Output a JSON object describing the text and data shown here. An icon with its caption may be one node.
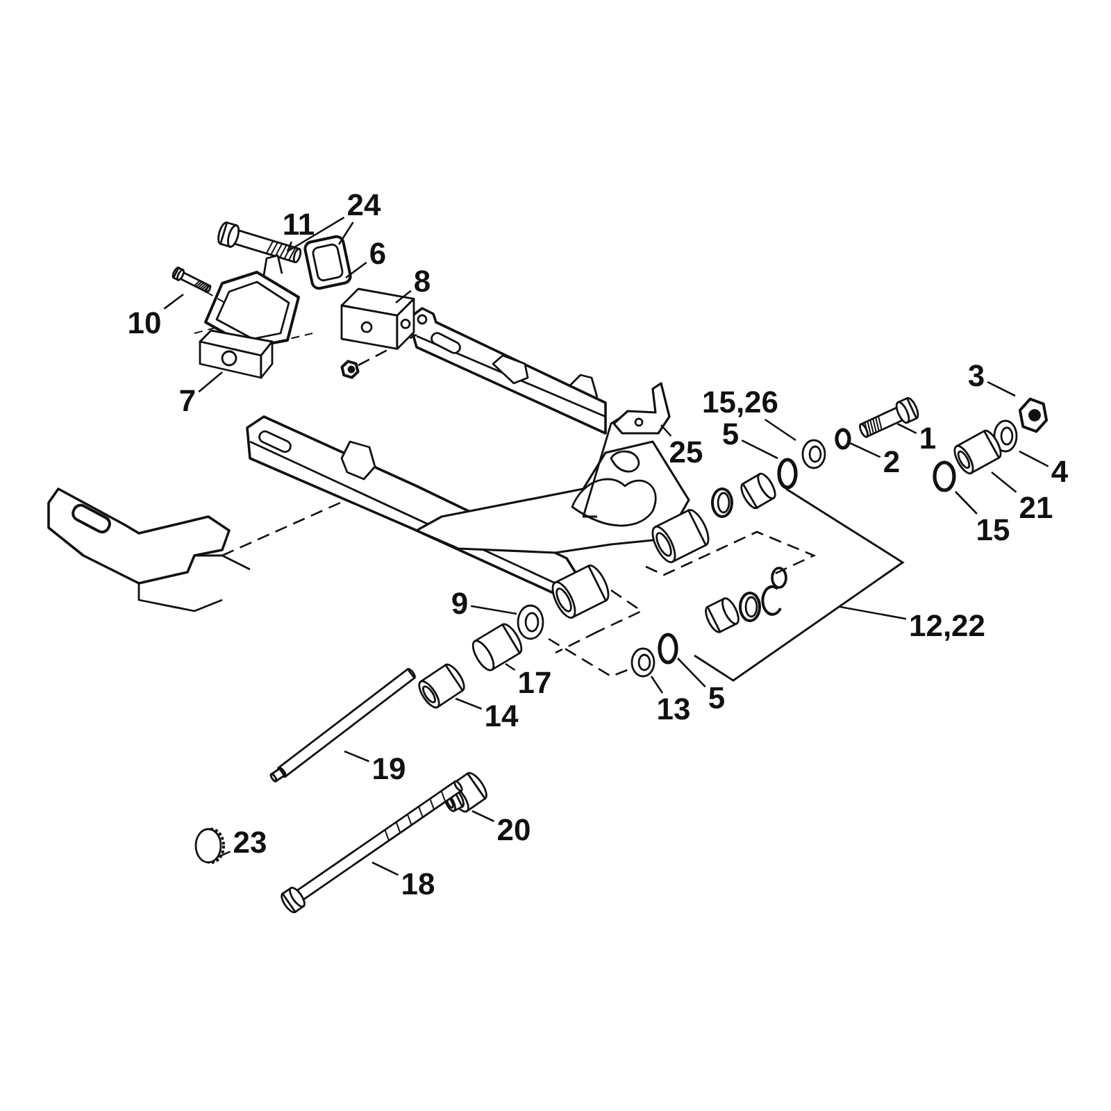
{
  "diagram": {
    "nodes": [
      {
        "text": [
          "24"
        ]
      },
      {
        "text": [
          "11"
        ]
      },
      {
        "text": [
          "6"
        ]
      },
      {
        "text": [
          "8"
        ]
      },
      {
        "text": [
          "10"
        ]
      },
      {
        "text": [
          "7"
        ]
      },
      {
        "text": [
          "3"
        ]
      },
      {
        "text": [
          "15,26"
        ]
      },
      {
        "text": [
          "1"
        ]
      },
      {
        "text": [
          "5"
        ]
      },
      {
        "text": [
          "25"
        ]
      },
      {
        "text": [
          "2"
        ]
      },
      {
        "text": [
          "4"
        ]
      },
      {
        "text": [
          "21"
        ]
      },
      {
        "text": [
          "15"
        ]
      },
      {
        "text": [
          "9"
        ]
      },
      {
        "text": [
          "12,22"
        ]
      },
      {
        "text": [
          "17"
        ]
      },
      {
        "text": [
          "5"
        ]
      },
      {
        "text": [
          "13"
        ]
      },
      {
        "text": [
          "14"
        ]
      },
      {
        "text": [
          "19"
        ]
      },
      {
        "text": [
          "20"
        ]
      },
      {
        "text": [
          "23"
        ]
      },
      {
        "text": [
          "18"
        ]
      },
      {
        "text": [],
        "shape": "picture"
      },
      {
        "text": [],
        "shape": "picture"
      },
      {
        "text": [],
        "shape": "picture"
      },
      {
        "text": [],
        "shape": "picture"
      },
      {
        "text": [],
        "shape": "picture"
      },
      {
        "text": [],
        "shape": "picture"
      },
      {
        "text": [],
        "shape": "picture"
      },
      {
        "text": [],
        "shape": "circle"
      },
      {
        "text": [],
        "shape": "picture"
      },
      {
        "text": [],
        "shape": "circle"
      },
      {
        "text": [],
        "shape": "picture"
      },
      {
        "text": [],
        "shape": "picture"
      },
      {
        "text": [],
        "shape": "picture"
      },
      {
        "text": [],
        "shape": "circle"
      },
      {
        "text": [],
        "shape": "picture"
      },
      {
        "text": [],
        "shape": "picture"
      },
      {
        "text": [],
        "shape": "picture"
      },
      {
        "text": [],
        "shape": "circle"
      },
      {
        "text": [],
        "shape": "picture"
      },
      {
        "text": [],
        "shape": "picture"
      },
      {
        "text": [],
        "shape": "picture"
      },
      {
        "text": [],
        "shape": "picture"
      },
      {
        "text": [],
        "shape": "circle"
      },
      {
        "text": [],
        "shape": "picture"
      }
    ],
    "edges": [
      {
        "from": 0,
        "to": 25,
        "arrow": "none"
      },
      {
        "from": 0,
        "to": 26,
        "arrow": "none"
      },
      {
        "from": 1,
        "to": 25,
        "arrow": "none"
      },
      {
        "from": 2,
        "to": 26,
        "arrow": "none"
      },
      {
        "from": 3,
        "to": 27,
        "arrow": "none"
      },
      {
        "from": 4,
        "to": 28,
        "arrow": "none"
      },
      {
        "from": 5,
        "to": 29,
        "arrow": "none"
      },
      {
        "from": 6,
        "to": 35,
        "arrow": "none"
      },
      {
        "from": 7,
        "to": 31,
        "arrow": "none"
      },
      {
        "from": 8,
        "to": 33,
        "arrow": "none"
      },
      {
        "from": 9,
        "to": 32,
        "arrow": "none"
      },
      {
        "from": 10,
        "to": 30,
        "arrow": "none"
      },
      {
        "from": 11,
        "to": 34,
        "arrow": "none"
      },
      {
        "from": 12,
        "to": 36,
        "arrow": "none"
      },
      {
        "from": 13,
        "to": 37,
        "arrow": "none"
      },
      {
        "from": 14,
        "to": 38,
        "arrow": "none"
      },
      {
        "from": 15,
        "to": 39,
        "arrow": "none"
      },
      {
        "from": 16,
        "to": 40,
        "arrow": "none"
      },
      {
        "from": 17,
        "to": 43,
        "arrow": "none"
      },
      {
        "from": 18,
        "to": 42,
        "arrow": "none"
      },
      {
        "from": 19,
        "to": 41,
        "arrow": "none"
      },
      {
        "from": 20,
        "to": 44,
        "arrow": "none"
      },
      {
        "from": 21,
        "to": 45,
        "arrow": "none"
      },
      {
        "from": 22,
        "to": 46,
        "arrow": "none"
      },
      {
        "from": 23,
        "to": 47,
        "arrow": "none"
      },
      {
        "from": 24,
        "to": 48,
        "arrow": "none"
      }
    ]
  }
}
